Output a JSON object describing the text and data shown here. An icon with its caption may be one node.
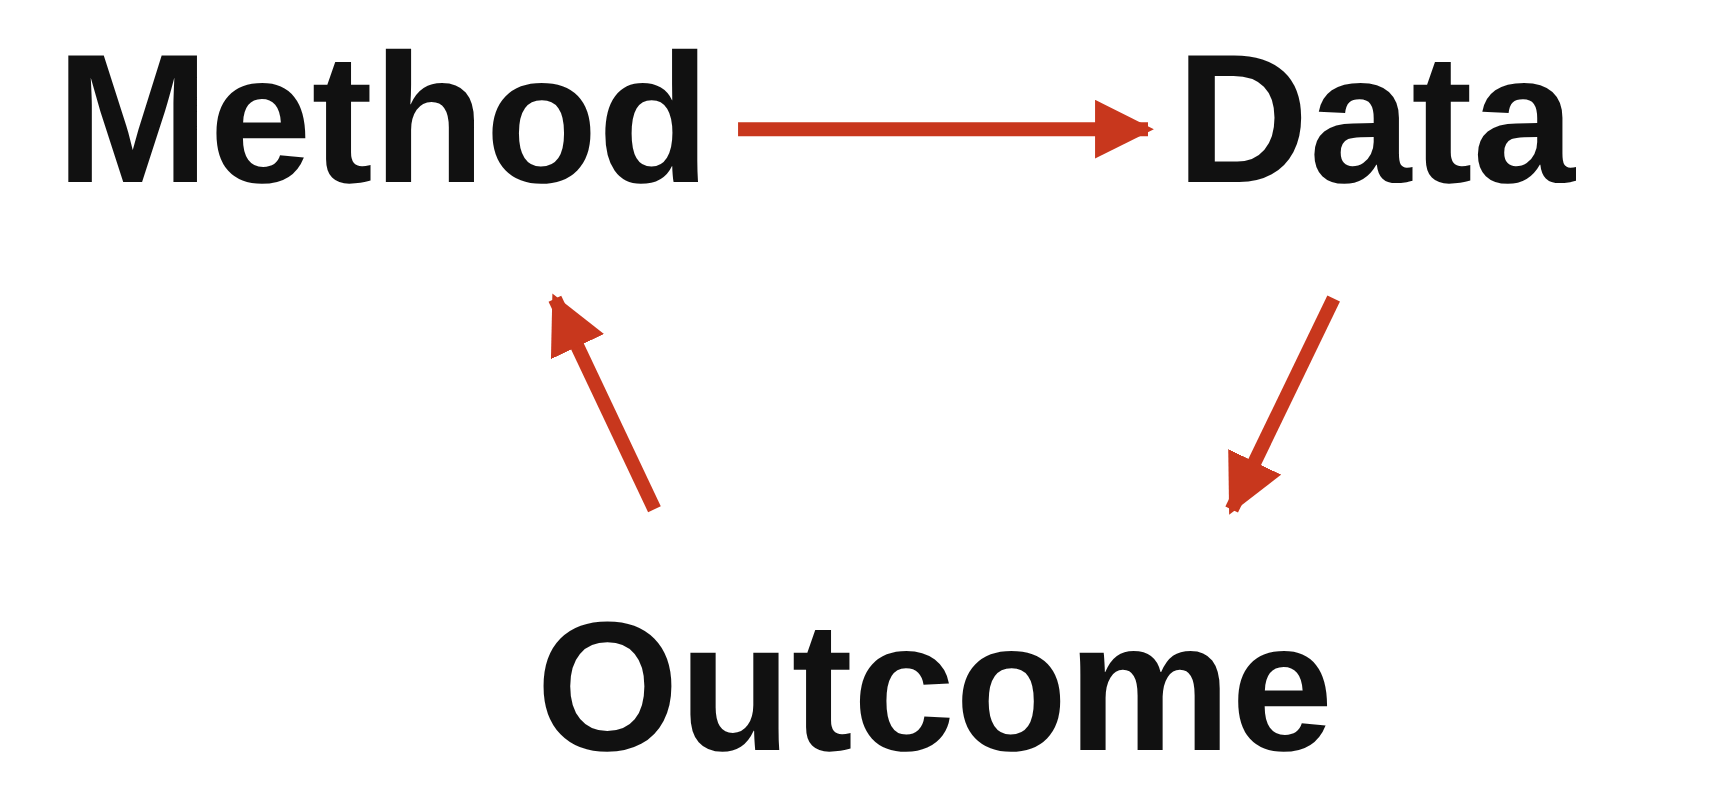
{
  "diagram": {
    "nodes": [
      {
        "text": [
          "Method"
        ]
      },
      {
        "text": [
          "Data"
        ]
      },
      {
        "text": [
          "Outcome"
        ]
      }
    ],
    "edges": [
      {
        "from": 0,
        "to": 1,
        "arrow": "to"
      },
      {
        "from": 1,
        "to": 2,
        "arrow": "to"
      },
      {
        "from": 2,
        "to": 0,
        "arrow": "to"
      }
    ]
  }
}
